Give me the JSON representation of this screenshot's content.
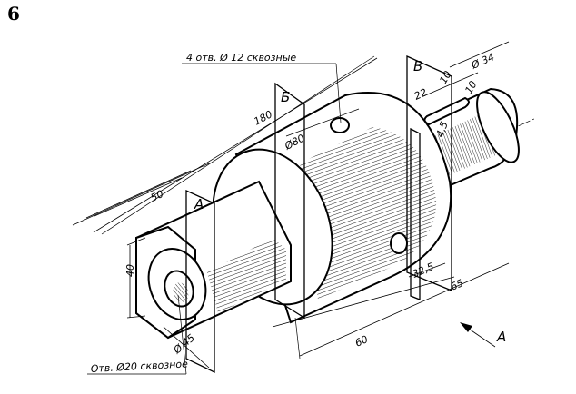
{
  "task_number": "6",
  "callouts": {
    "holes_4": "4 отв. Ø 12  сквозные",
    "hole_20": "Отв. Ø20 сквозное"
  },
  "section_labels": {
    "a": "А",
    "b": "Б",
    "v": "В"
  },
  "view_arrow_label": "А",
  "dimensions": {
    "total_length": "180",
    "diameter_80": "Ø80",
    "length_50": "50",
    "height_40": "40",
    "diameter_45": "Ø 45",
    "length_60": "60",
    "length_65": "65",
    "length_32_5": "32,5",
    "diameter_34": "Ø 34",
    "slot_22": "22",
    "slot_10a": "10",
    "slot_10b": "10",
    "slot_4_5": "4,5"
  }
}
